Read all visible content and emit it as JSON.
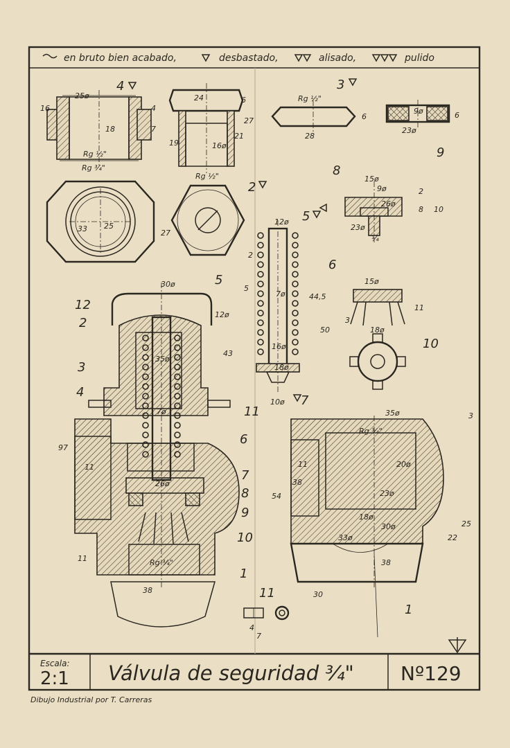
{
  "legend": {
    "raw": "en bruto bien acabado,",
    "roughed": "desbastado,",
    "smoothed": "alisado,",
    "polished": "pulido"
  },
  "parts": {
    "p1": "1",
    "p2": "2",
    "p3": "3",
    "p4": "4",
    "p5": "5",
    "p6": "6",
    "p7": "7",
    "p8": "8",
    "p9": "9",
    "p10": "10",
    "p11": "11",
    "p12": "12"
  },
  "dims": {
    "d25": "25ø",
    "d16": "16",
    "d4": "4",
    "d7": "7",
    "d18": "18",
    "rg12": "Rg ½\"",
    "rg34": "Rg ¾\"",
    "d24": "24",
    "d6": "6",
    "d27": "27",
    "d19": "19",
    "d21": "21",
    "d16b": "16ø",
    "d28": "28",
    "d9": "9ø",
    "d23": "23ø",
    "d33": "33",
    "d25b": "25",
    "d15": "15ø",
    "d26": "26ø",
    "d2": "2",
    "d8": "8",
    "d10": "10",
    "d14": "¼",
    "d12": "12ø",
    "d44": "44,5",
    "d50": "50",
    "d7b": "7ø",
    "d5": "5",
    "d16c": "16ø",
    "d18b": "18ø",
    "d10b": "10ø",
    "d30": "30ø",
    "d35": "35ø",
    "d43": "43",
    "d97": "97",
    "d11": "11",
    "d38": "38",
    "d35b": "35ø",
    "d20": "20ø",
    "d54": "54",
    "d23b": "23ø",
    "d18c": "18ø",
    "d30b": "30ø",
    "d33b": "33ø",
    "d22": "22",
    "d25c": "25",
    "d30c": "30",
    "d38b": "38",
    "d3": "3"
  },
  "title_block": {
    "scale_label": "Escala:",
    "scale_value": "2:1",
    "title": "Válvula de seguridad ¾\"",
    "number": "Nº129"
  },
  "credit": "Dibujo Industrial por T. Carreras"
}
